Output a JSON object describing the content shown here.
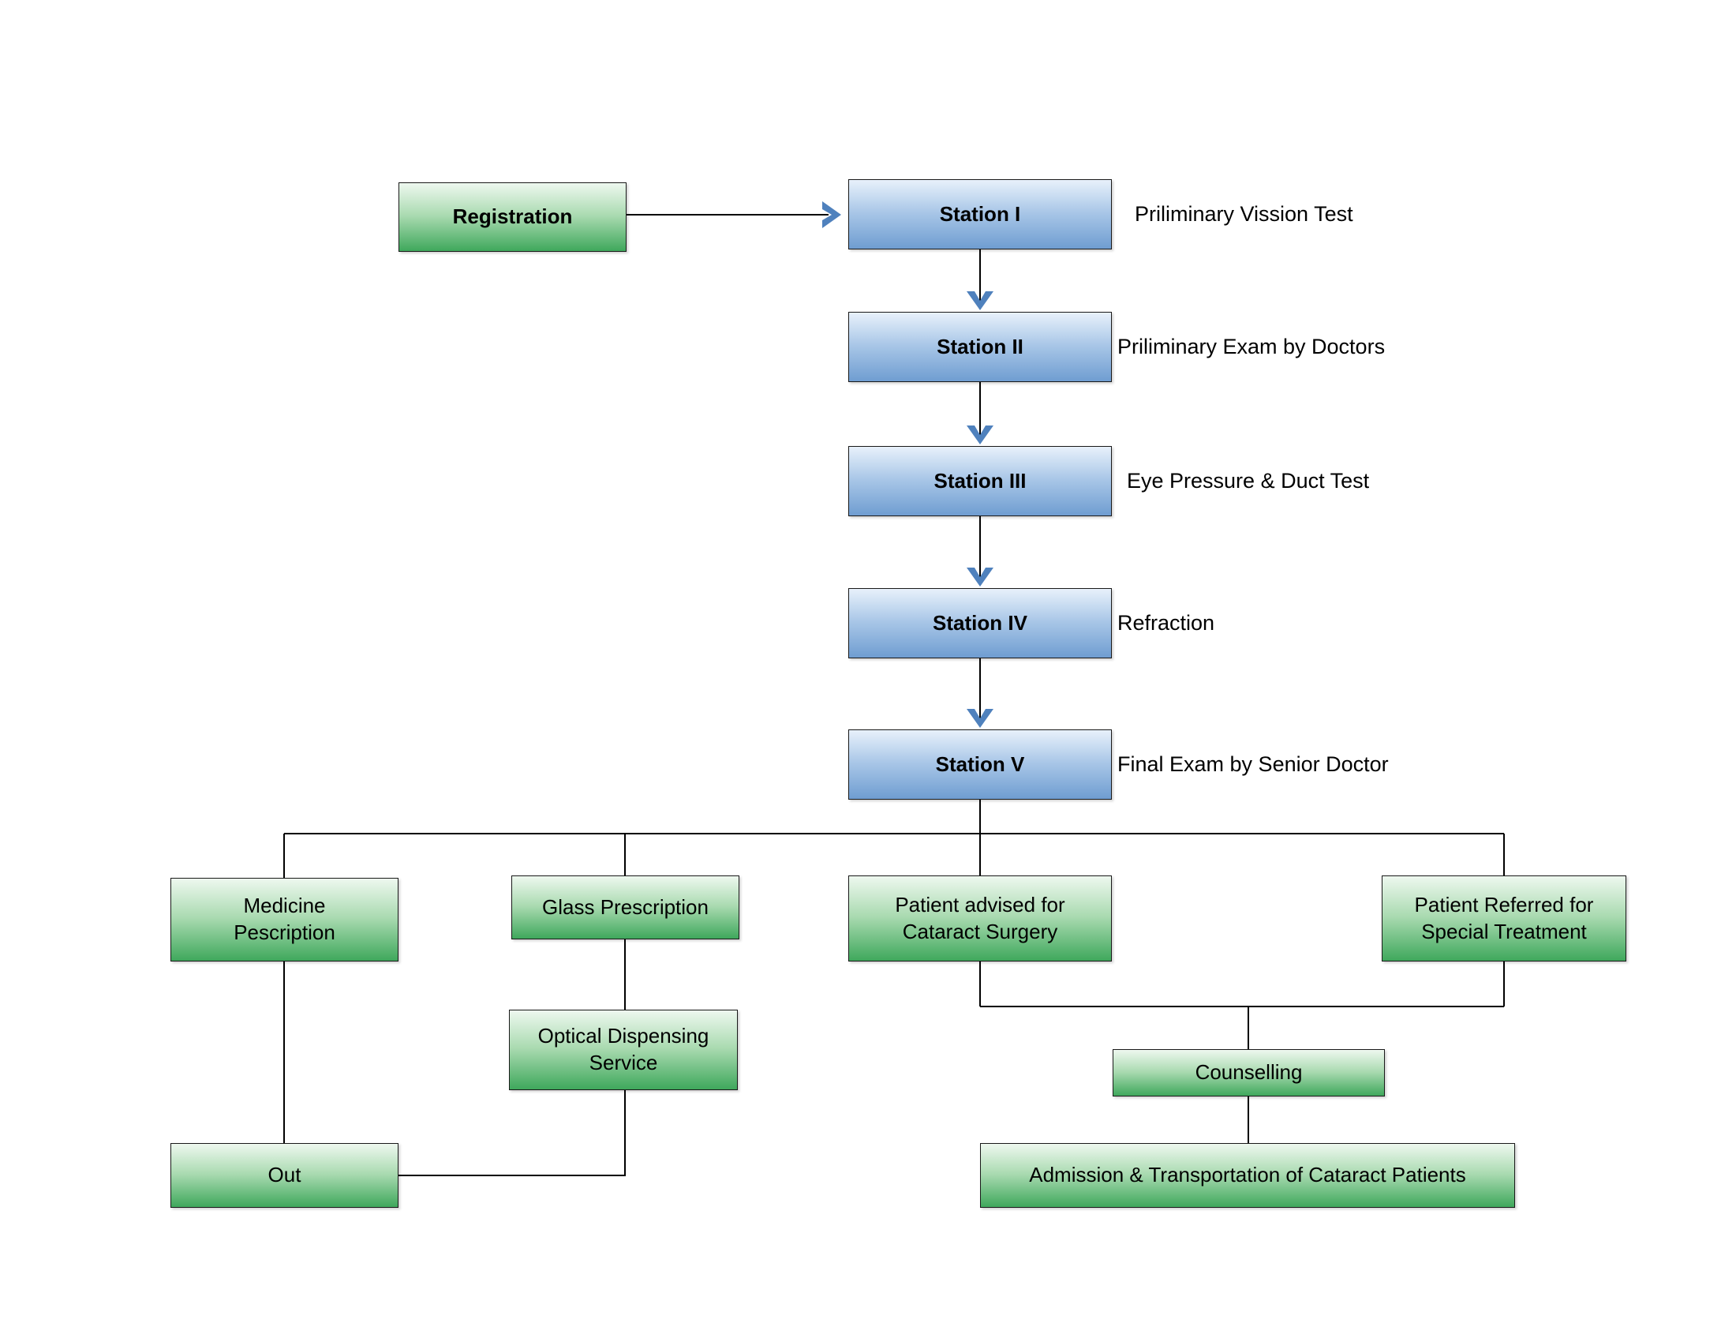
{
  "diagram": {
    "registration": {
      "label": "Registration"
    },
    "stations": [
      {
        "label": "Station I",
        "note": "Priliminary Vission Test"
      },
      {
        "label": "Station II",
        "note": "Priliminary Exam by Doctors"
      },
      {
        "label": "Station III",
        "note": "Eye Pressure & Duct Test"
      },
      {
        "label": "Station IV",
        "note": "Refraction"
      },
      {
        "label": "Station V",
        "note": "Final Exam by Senior Doctor"
      }
    ],
    "outcomes": {
      "medicine": {
        "label": "Medicine Pescription"
      },
      "glass": {
        "label": "Glass Prescription"
      },
      "cataract": {
        "label": "Patient advised for Cataract Surgery"
      },
      "referred": {
        "label": "Patient Referred for Special Treatment"
      },
      "optical": {
        "label": "Optical Dispensing Service"
      },
      "out": {
        "label": "Out"
      },
      "counselling": {
        "label": "Counselling"
      },
      "admission": {
        "label": "Admission & Transportation of Cataract Patients"
      }
    },
    "colors": {
      "green-top": "#eef8ef",
      "green-mid": "#a9dab0",
      "green-bottom": "#3fa85c",
      "blue-top": "#e8f1fb",
      "blue-mid": "#a8c6e7",
      "blue-bottom": "#6f9dd1",
      "arrow-blue": "#4f81bd",
      "line-black": "#000000"
    }
  }
}
